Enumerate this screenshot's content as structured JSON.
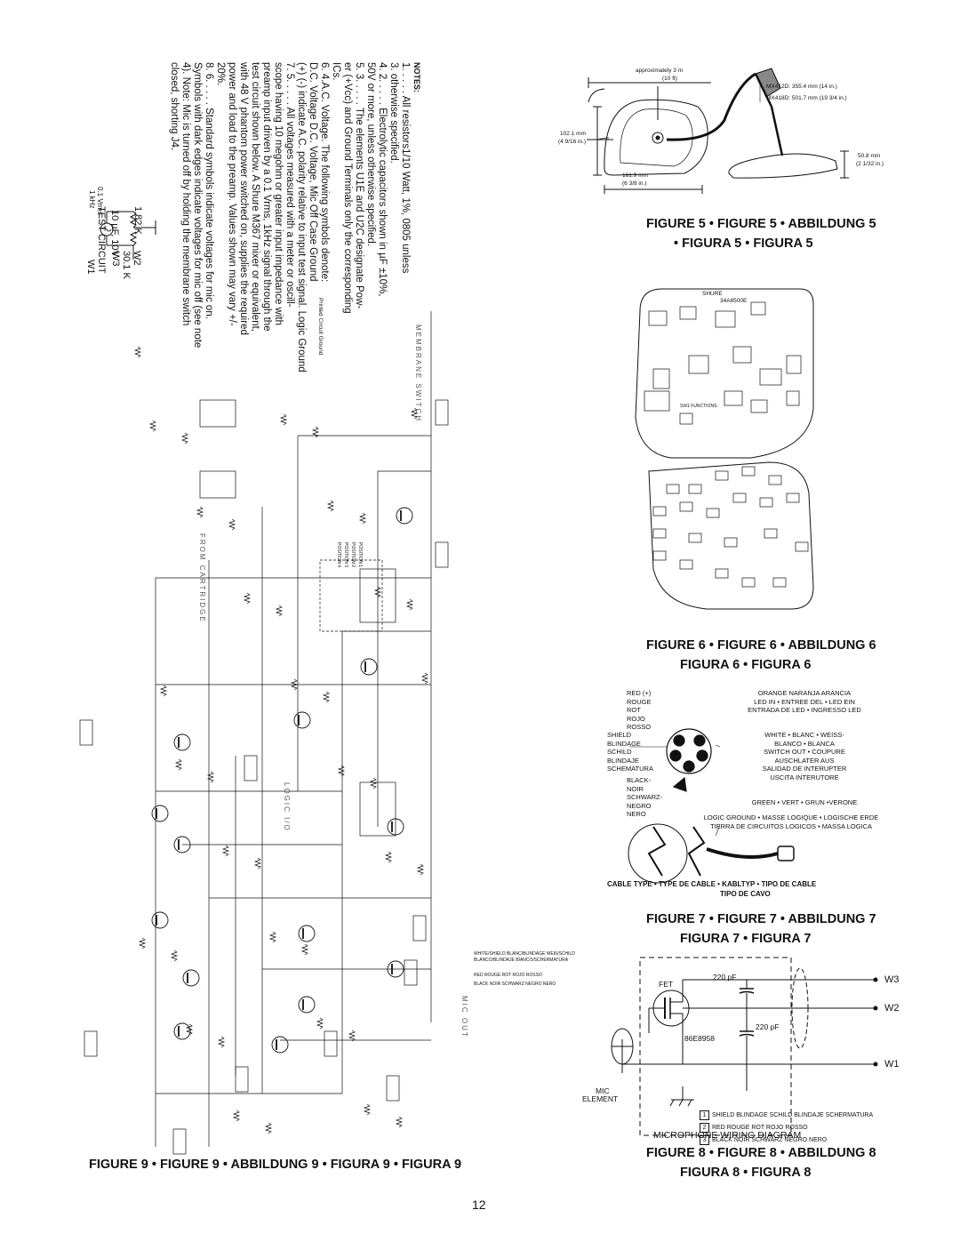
{
  "page_number": "12",
  "figures": {
    "fig5": {
      "line1": "FIGURE 5 • FIGURE 5 • ABBILDUNG 5",
      "line2": "• FIGURA 5 • FIGURA 5",
      "dim_length": "approximately 3 m",
      "dim_length_ft": "(10 ft)",
      "model_a": "MX412D: 355.4 mm (14 in.)",
      "model_b": "MX418D: 501.7 mm (19 3/4 in.)",
      "height_mm": "102.1 mm",
      "height_in": "(4 9/16 in.)",
      "width_mm": "161.9 mm",
      "width_in": "(6 3/8 in.)",
      "base_mm": "50.8 mm",
      "base_in": "(2 1/32 in.)"
    },
    "fig6": {
      "line1": "FIGURE 6 • FIGURE 6 • ABBILDUNG 6",
      "line2": "FIGURA 6 • FIGURA 6",
      "pcb_brand": "SHURE",
      "pcb_part": "34A8500E",
      "sw_functions": "SW1 FUNCTIONS:"
    },
    "fig7": {
      "line1": "FIGURE 7 • FIGURE 7 • ABBILDUNG 7",
      "line2": "FIGURA 7 • FIGURA 7",
      "left_labels": [
        "RED (+)",
        "ROUGE",
        "ROT",
        "ROJO",
        "ROSSO"
      ],
      "shield_labels": [
        "SHIELD",
        "BLINDAGE",
        "SCHILD",
        "BLINDAJE",
        "SCHEMATURA"
      ],
      "black_labels": [
        "BLACK-",
        "NOIR",
        "SCHWARZ-",
        "NEGRO",
        "NERO"
      ],
      "right_labels": [
        "ORANGE NARANJA ARANCIA",
        "LED IN • ENTREE DEL • LED EIN",
        "ENTRADA DE LED • INGRESSO LED",
        "WHITE • BLANC • WEISS-",
        "BLANCO • BLANCA",
        "SWITCH OUT • COUPURE",
        "AUSCHLATER AUS",
        "SALIDAD DE INTERUPTER",
        "USCITA INTERUTORE",
        "GREEN • VERT • GRUN •VERONE",
        "LOGIC GROUND • MASSE LOGIQUE • LOGISCHE ERDE",
        "TIERRA DE CIRCUITOS LOGICOS • MASSA LOGICA"
      ],
      "cable_type": "CABLE TYPE • TYPE DE CABLE • KABLTYP • TIPO DE CABLE",
      "cable_type2": "TIPO DE CAVO"
    },
    "fig8": {
      "line1": "FIGURE 8 • FIGURE 8 • ABBILDUNG 8",
      "line2": "FIGURA 8 • FIGURA 8",
      "title": "MICROPHONE WIRING DIAGRAM",
      "fet": "FET",
      "cap1": "220 pF",
      "cap2": "220 pF",
      "part": "86E8958",
      "mic": "MIC",
      "element": "ELEMENT",
      "w1": "W1",
      "w2": "W2",
      "w3": "W3",
      "legend": [
        "SHIELD BLINDAGE SCHILD BLINDAJE SCHERMATURA",
        "RED ROUGE ROT ROJO ROSSO",
        "BLACK NOIR SCHWARZ NEGRO NERO"
      ],
      "legend_nums": [
        "1",
        "2",
        "3"
      ]
    },
    "fig9": {
      "line1": "FIGURE 9 • FIGURE 9 • ABBILDUNG 9 • FIGURA 9 • FIGURA 9",
      "membrane": "MEMBRANE SWITCH",
      "logic": "LOGIC I/O",
      "from_cart": "FROM CARTRIDGE",
      "mic_out": "MIC OUT",
      "positions": [
        "POSITION 1",
        "POSITION 2",
        "POSITION 3",
        "POSITION 4"
      ],
      "wires": [
        "WHITE/SHIELD BLANC/BLINDAGE WEIß/SCHILD",
        "BLANCO/BLINDAJE BIANCO/SCHERMATURA",
        "RED ROUGE ROT ROJO ROSSO",
        "BLACK NOIR SCHWARZ NEGRO NERO"
      ]
    }
  },
  "notes": {
    "heading": "NOTES:",
    "lines": [
      "1.  . . . . All resistors1/10 Watt, 1%, 0805 unless",
      "3.  otherwise specified.",
      "4.  2.  . . . . Electrolytic capacitors shown in µF ±10%,",
      "     50V or more, unless otherwise specified.",
      "5.  3.  . . . . The elements U1E and U2C designate Pow-",
      "     er (+Vcc) and Ground Terminals only the corresponding",
      "     ICs.",
      "6.  4.A.C. Voltage.  The following symbols denote:",
      "     D.C. Voltage     D.C. Voltage, Mic Off     Case Ground",
      "     (+) (-) indicate A.C. polarity relative to input test signal.   Logic Ground",
      "7.  5.  . . . . All voltages measured with a meter or oscill-",
      "     scope having 10 megohm or greater input impedance with",
      "     preamp input driven by a 0.1 Vrms, 1kHz signal through the",
      "     test circuit shown below. A Shure M367 mixer or equivalent,",
      "     with 48 V phantom power switched on, supplies the required",
      "     power and load to the preamp. Values shown may vary +/-",
      "     20%.",
      "8.  6.  . . . . Standard symbols indicate voltages for mic on.",
      "     Symbols with dark edges indicate voltages for mic off (see note",
      "     4). Note: Mic is turned off by holding the membrane switch",
      "     closed, shorting J4."
    ],
    "printed_ground": "Printed Circuit Ground",
    "test_circuit": {
      "r1": "1.82 K",
      "r2": "30.1 K",
      "cap": "10 µF, 10V",
      "src": "0.1 Vrms",
      "freq": "1 kHz",
      "w1": "W1",
      "w2": "W2",
      "w3": "W3",
      "title": "TEST CIRCUIT"
    }
  }
}
